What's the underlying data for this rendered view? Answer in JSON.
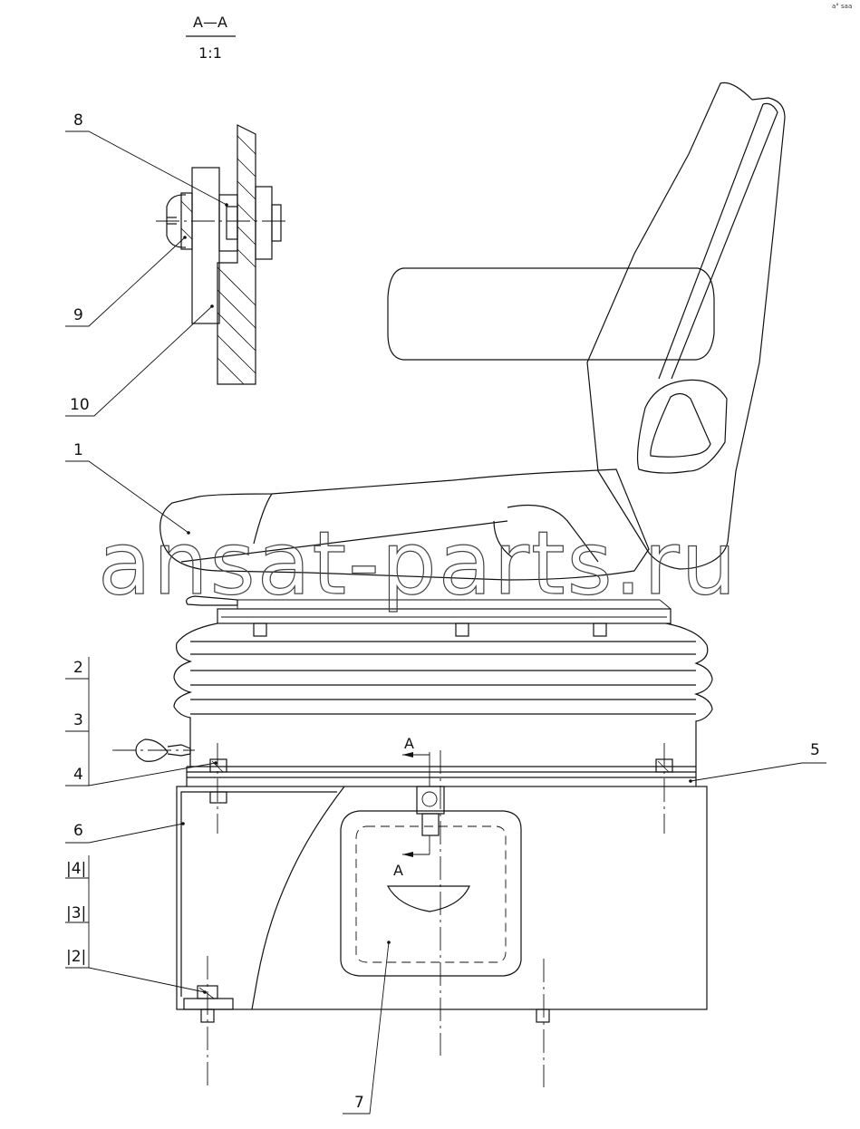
{
  "section": {
    "name": "A—A",
    "scale": "1:1"
  },
  "section_marks": {
    "top": "A",
    "bottom": "A"
  },
  "callouts": [
    "8",
    "9",
    "10",
    "1",
    "2",
    "3",
    "4",
    "5",
    "6",
    "|4|",
    "|3|",
    "|2|",
    "7"
  ],
  "watermark": "ansat-parts.ru",
  "corner_mark": "a° saa"
}
